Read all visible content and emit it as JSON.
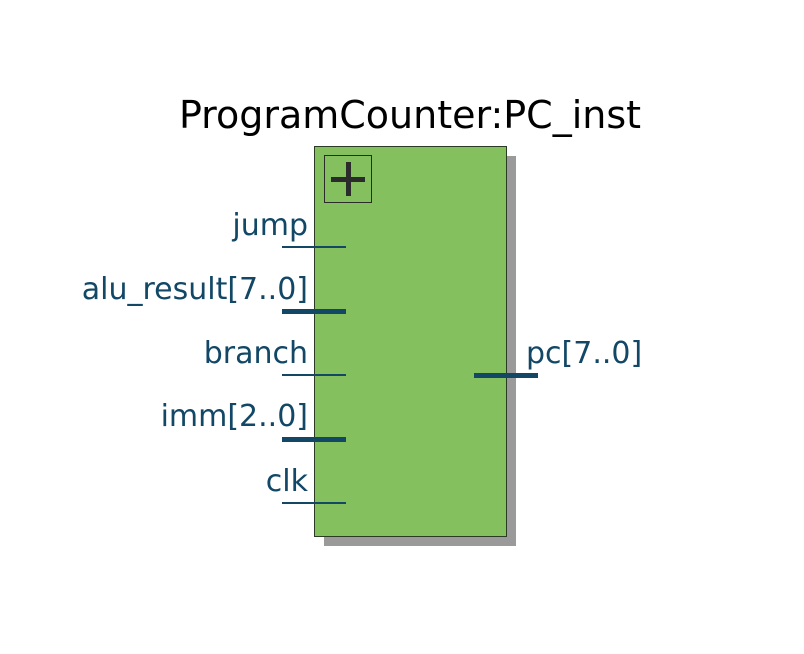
{
  "diagram": {
    "title": "ProgramCounter:PC_inst",
    "expand_icon": "plus-icon",
    "colors": {
      "block_fill": "#84c15e",
      "block_border": "#2b3a23",
      "shadow": "#9a9a9a",
      "port": "#124766",
      "title": "#000000"
    },
    "inputs": [
      {
        "label": "jump",
        "bus": false
      },
      {
        "label": "alu_result[7..0]",
        "bus": true
      },
      {
        "label": "branch",
        "bus": false
      },
      {
        "label": "imm[2..0]",
        "bus": true
      },
      {
        "label": "clk",
        "bus": false
      }
    ],
    "outputs": [
      {
        "label": "pc[7..0]",
        "bus": true
      }
    ]
  }
}
